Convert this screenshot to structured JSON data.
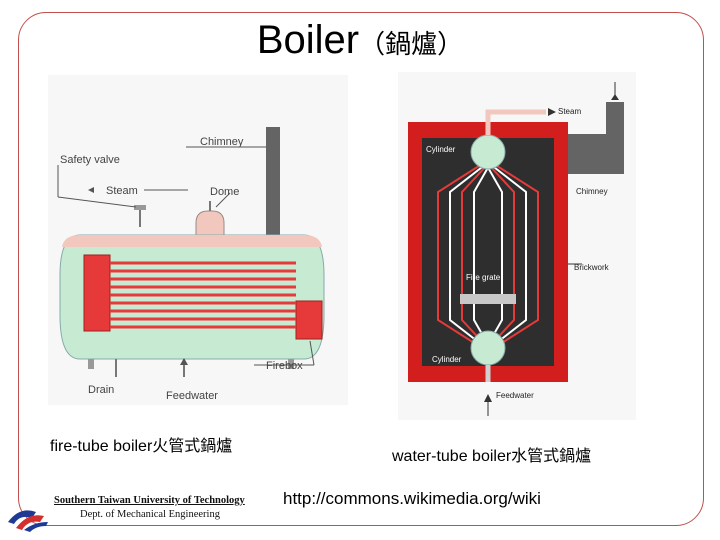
{
  "slide": {
    "title": "Boiler",
    "title_sub": "（鍋爐）",
    "caption_left": "fire-tube boiler火管式鍋爐",
    "caption_right": "water-tube boiler水管式鍋爐",
    "footer_school": "Southern Taiwan University of Technology",
    "footer_dept": "Dept. of Mechanical Engineering",
    "source_url": "http://commons.wikimedia.org/wiki"
  },
  "fire_tube": {
    "labels": {
      "chimney": "Chimney",
      "safety_valve": "Safety valve",
      "steam": "Steam",
      "dome": "Dome",
      "drain": "Drain",
      "feedwater": "Feedwater",
      "firebox": "Firebox"
    }
  },
  "water_tube": {
    "labels": {
      "steam": "Steam",
      "cylinder_top": "Cylinder",
      "chimney": "Chimney",
      "brickwork": "Brickwork",
      "fire_grate": "Fire grate",
      "cylinder_bottom": "Cylinder",
      "feedwater": "Feedwater"
    }
  },
  "colors": {
    "frame": "#c0504d",
    "water_green": "#c6ead2",
    "steam_pink": "#f2c8be",
    "tube_red": "#e63a3a",
    "chimney_gray": "#646464",
    "brick_red": "#d31e1e",
    "inner_dark": "#2e2e2e"
  }
}
